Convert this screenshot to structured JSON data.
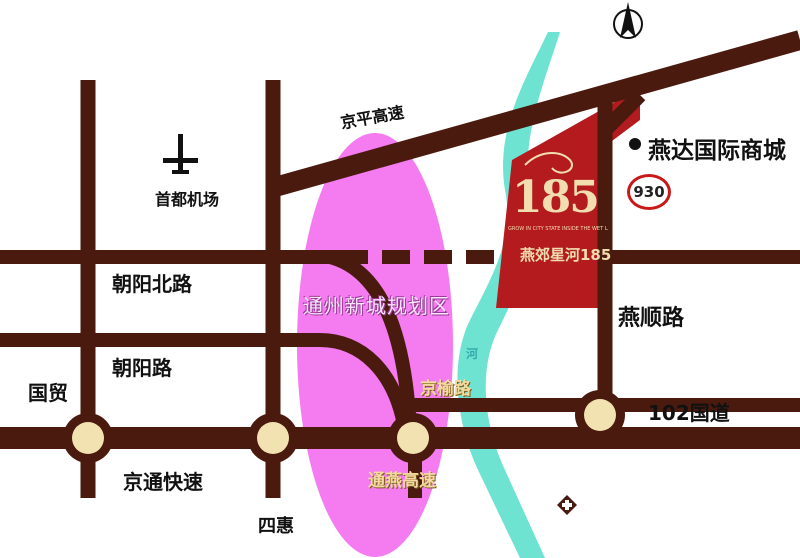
{
  "map": {
    "labels": {
      "jingping_expressway": "京平高速",
      "airport": "首都机场",
      "chaoyang_north_road": "朝阳北路",
      "chaoyang_road": "朝阳路",
      "guomao": "国贸",
      "jingtong_expressway": "京通快速",
      "sihui": "四惠",
      "tongzhou_new_city": "通州新城规划区",
      "jingyu_road": "京榆路",
      "tongyan_expressway": "通燕高速",
      "yanshun_road": "燕顺路",
      "national_road_102": "102国道",
      "yanda_mall": "燕达国际商城",
      "river": "河"
    },
    "badge": "930",
    "project": {
      "number": "185",
      "tagline": "GROW IN CITY STATE INSIDE THE WET LAND",
      "name": "燕郊星河185"
    },
    "colors": {
      "road": "#4a1a0e",
      "ring": "#f2e2b2",
      "zone": "#f47cf0",
      "river": "#6fe3d2",
      "project": "#b31b1e",
      "gold": "#f1ddb0"
    },
    "icons": [
      "north-arrow-icon",
      "airplane-icon",
      "hospital-icon",
      "location-dot-icon"
    ]
  }
}
